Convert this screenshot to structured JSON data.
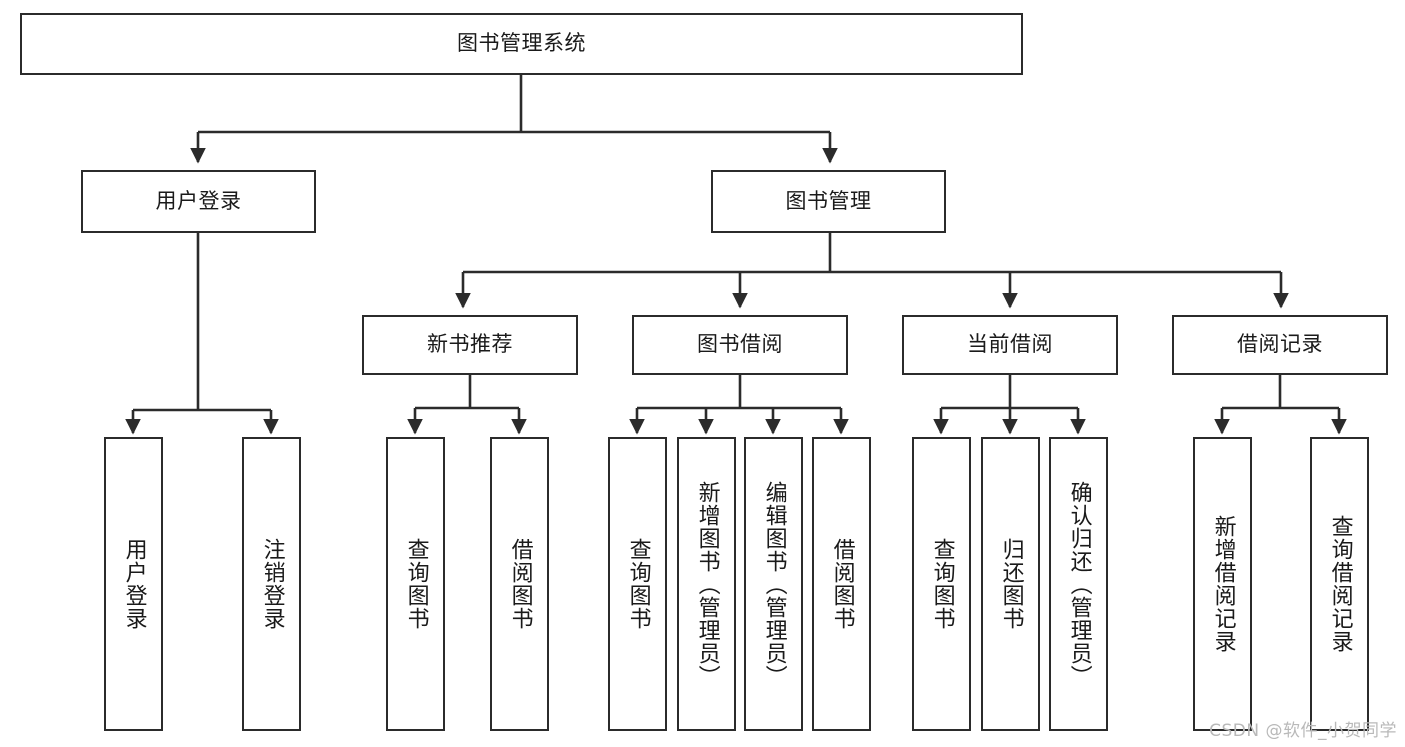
{
  "diagram": {
    "title": "图书管理系统",
    "type": "tree-hierarchy-diagram",
    "watermark": "CSDN @软件_小贺同学",
    "colors": {
      "box_border": "#2b2b2b",
      "box_fill": "#ffffff",
      "edge": "#2b2b2b",
      "text": "#1a1a1a",
      "watermark": "#b9b9b9",
      "background": "#ffffff"
    },
    "root": {
      "label": "图书管理系统"
    },
    "level2": [
      {
        "label": "用户登录"
      },
      {
        "label": "图书管理"
      }
    ],
    "level3": [
      {
        "label": "新书推荐"
      },
      {
        "label": "图书借阅"
      },
      {
        "label": "当前借阅"
      },
      {
        "label": "借阅记录"
      }
    ],
    "leaves": {
      "user_login": [
        {
          "label": "用户登录"
        },
        {
          "label": "注销登录"
        }
      ],
      "new_book_recommend": [
        {
          "label": "查询图书"
        },
        {
          "label": "借阅图书"
        }
      ],
      "book_borrow": [
        {
          "label": "查询图书"
        },
        {
          "label": "新增图书（管理员）"
        },
        {
          "label": "编辑图书（管理员）"
        },
        {
          "label": "借阅图书"
        }
      ],
      "current_borrow": [
        {
          "label": "查询图书"
        },
        {
          "label": "归还图书"
        },
        {
          "label": "确认归还（管理员）"
        }
      ],
      "borrow_record": [
        {
          "label": "新增借阅记录"
        },
        {
          "label": "查询借阅记录"
        }
      ]
    }
  }
}
